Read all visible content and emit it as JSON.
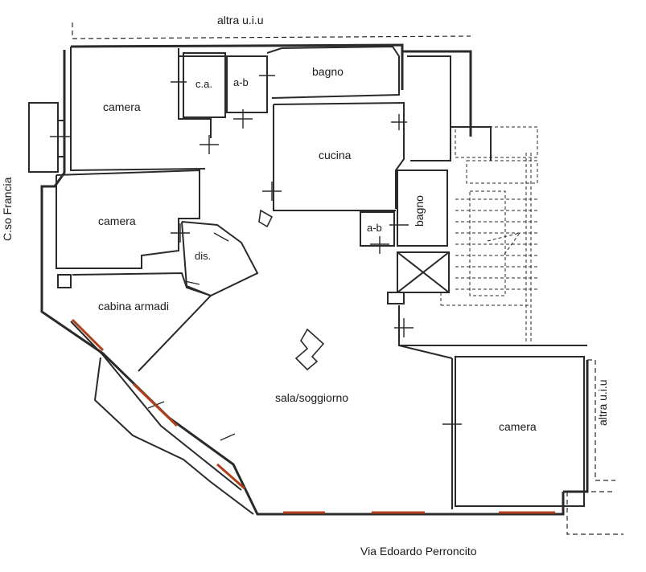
{
  "surroundings": {
    "top": "altra u.i.u",
    "right": "altra u.i.u",
    "left_street": "C.so Francia",
    "bottom_street": "Via Edoardo Perroncito"
  },
  "rooms": {
    "camera_top": "camera",
    "ca": "c.a.",
    "ab_top": "a-b",
    "bagno_top": "bagno",
    "cucina": "cucina",
    "camera_mid": "camera",
    "dis": "dis.",
    "bagno_right": "bagno",
    "ab_right": "a-b",
    "cabina": "cabina armadi",
    "sala": "sala/soggiorno",
    "camera_right": "camera"
  },
  "colors": {
    "wall": "#2a2a2a",
    "window": "#b0401c"
  }
}
